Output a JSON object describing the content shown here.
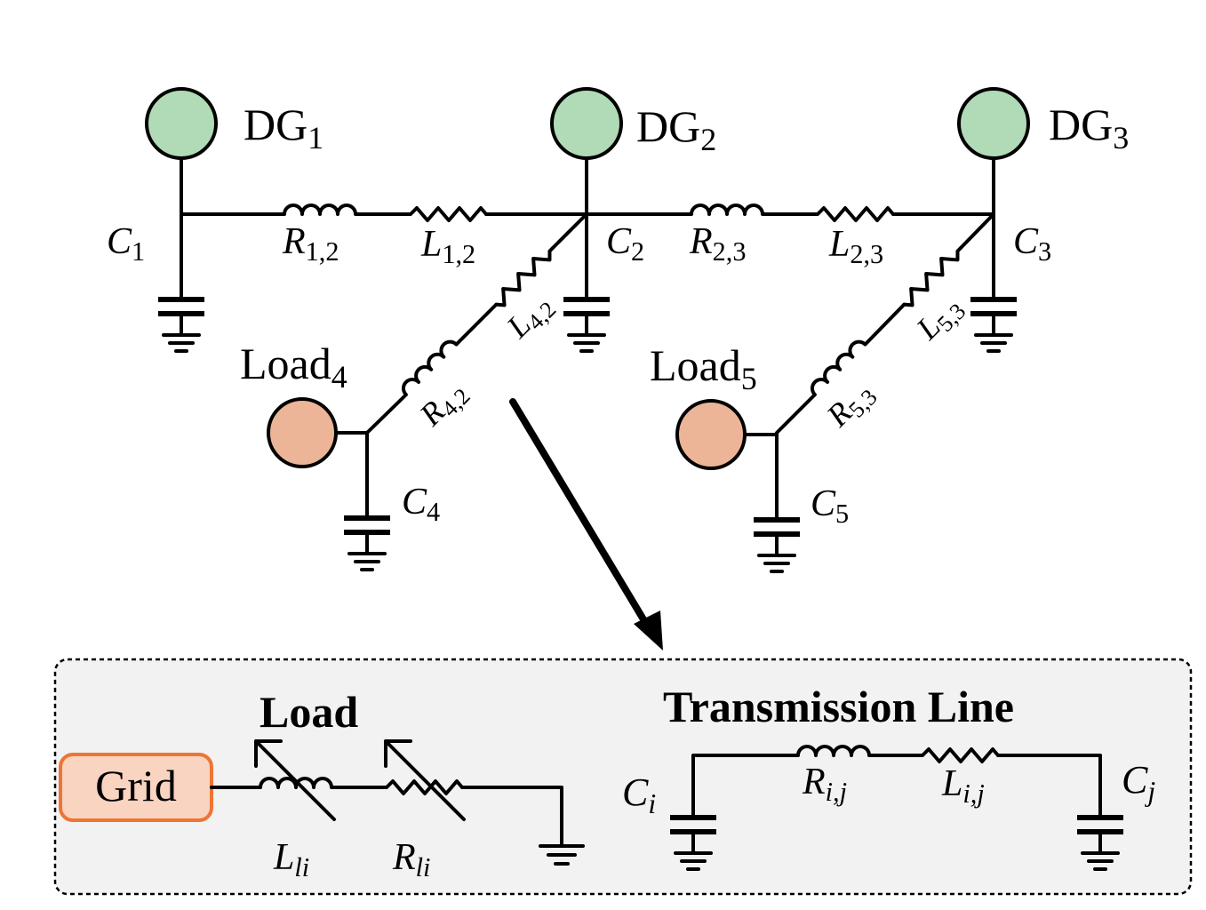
{
  "colors": {
    "dg_fill": "#b0dbb6",
    "load_fill": "#ecb597",
    "grid_fill": "#f9d4c0",
    "grid_border": "#ee7533",
    "inset_bg": "#f2f2f2"
  },
  "icons": [
    "inductor-icon",
    "resistor-icon",
    "capacitor-icon",
    "ground-icon",
    "variable-inductor-icon",
    "variable-resistor-icon",
    "arrow-icon"
  ],
  "dg": [
    {
      "main": "DG",
      "sub": "1"
    },
    {
      "main": "DG",
      "sub": "2"
    },
    {
      "main": "DG",
      "sub": "3"
    }
  ],
  "loads": [
    {
      "main": "Load",
      "sub": "4"
    },
    {
      "main": "Load",
      "sub": "5"
    }
  ],
  "capacitors": [
    {
      "main": "C",
      "sub": "1"
    },
    {
      "main": "C",
      "sub": "2"
    },
    {
      "main": "C",
      "sub": "3"
    },
    {
      "main": "C",
      "sub": "4"
    },
    {
      "main": "C",
      "sub": "5"
    }
  ],
  "lines": {
    "r12": {
      "main": "R",
      "sub": "1,2"
    },
    "l12": {
      "main": "L",
      "sub": "1,2"
    },
    "r23": {
      "main": "R",
      "sub": "2,3"
    },
    "l23": {
      "main": "L",
      "sub": "2,3"
    },
    "l42": {
      "main": "L",
      "sub": "4,2"
    },
    "r42": {
      "main": "R",
      "sub": "4,2"
    },
    "l53": {
      "main": "L",
      "sub": "5,3"
    },
    "r53": {
      "main": "R",
      "sub": "5,3"
    }
  },
  "inset": {
    "load_title": "Load",
    "grid_label": "Grid",
    "lli": {
      "main": "L",
      "sub": "li"
    },
    "rli": {
      "main": "R",
      "sub": "li"
    },
    "tl_title": "Transmission Line",
    "ci": {
      "main": "C",
      "sub": "i"
    },
    "cj": {
      "main": "C",
      "sub": "j"
    },
    "rij": {
      "main": "R",
      "sub": "i,j"
    },
    "lij": {
      "main": "L",
      "sub": "i,j"
    }
  }
}
